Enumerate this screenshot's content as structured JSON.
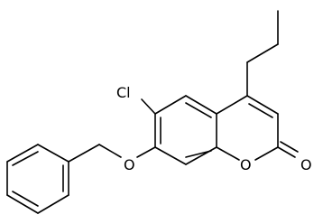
{
  "molecule": {
    "atoms": {
      "chlorine": "Cl",
      "ether_oxygen": "O",
      "ring_oxygen": "O",
      "carbonyl_oxygen": "O"
    }
  },
  "colors": {
    "bond": "#000000",
    "background": "#ffffff"
  }
}
